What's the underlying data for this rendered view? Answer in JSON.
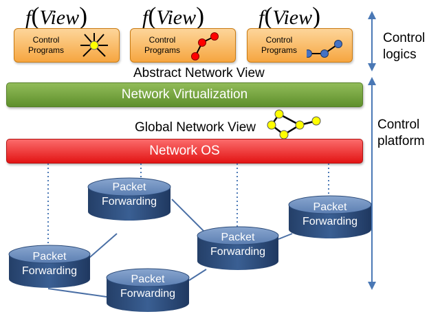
{
  "control_programs": [
    {
      "formula": {
        "f": "f",
        "open": "(",
        "arg": "View",
        "close": ")"
      },
      "line1": "Control",
      "line2": "Programs",
      "icon": "star-network-icon",
      "node_color": "#ffff00"
    },
    {
      "formula": {
        "f": "f",
        "open": "(",
        "arg": "View",
        "close": ")"
      },
      "line1": "Control",
      "line2": "Programs",
      "icon": "red-path-icon",
      "node_color": "#ff0000"
    },
    {
      "formula": {
        "f": "f",
        "open": "(",
        "arg": "View",
        "close": ")"
      },
      "line1": "Control",
      "line2": "Programs",
      "icon": "blue-path-icon",
      "node_color": "#4472c4"
    }
  ],
  "abstract_view_label": "Abstract Network View",
  "virtualization_label": "Network Virtualization",
  "global_view_label": "Global Network View",
  "network_os_label": "Network OS",
  "side_labels": {
    "control_logics": [
      "Control",
      "logics"
    ],
    "control_platform": [
      "Control",
      "platform"
    ]
  },
  "forwarding_nodes": [
    {
      "line1": "Packet",
      "line2": "Forwarding"
    },
    {
      "line1": "Packet",
      "line2": "Forwarding"
    },
    {
      "line1": "Packet",
      "line2": "Forwarding"
    },
    {
      "line1": "Packet",
      "line2": "Forwarding"
    },
    {
      "line1": "Packet",
      "line2": "Forwarding"
    }
  ],
  "colors": {
    "cylinder_fill": "#2f4f7c",
    "cylinder_top": "#5a7db0",
    "link": "#4a6fa5",
    "arrow": "#4a78b5",
    "virtualization_bar": "#6b9a35",
    "network_os_bar": "#f03030",
    "control_box": "#f8b04c"
  }
}
